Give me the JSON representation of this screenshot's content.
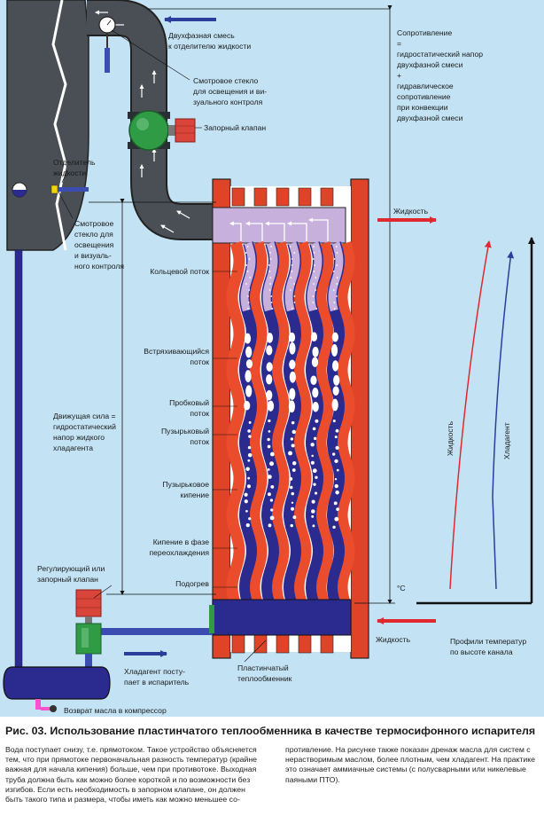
{
  "labels": {
    "two_phase": [
      "Двухфазная смесь",
      "к отделителю жидкости"
    ],
    "sight_glass_top": [
      "Смотровое стекло",
      "для освещения и ви-",
      "зуального контроля"
    ],
    "shutoff_valve": "Запорный клапан",
    "liquid_separator": [
      "Отделитель",
      "жидкости"
    ],
    "sight_glass_side": [
      "Смотровое",
      "стекло для",
      "освещения",
      "и визуаль-",
      "ного контроля"
    ],
    "resistance": [
      "Сопротивление",
      "=",
      "гидростатический напор",
      "двухфазной смеси",
      "+",
      "гидравлическое",
      "сопротивление",
      "при конвекции",
      "двухфазной смеси"
    ],
    "liquid_top": "Жидкость",
    "annular_flow": "Кольцевой поток",
    "churn_flow": [
      "Встряхивающийся",
      "поток"
    ],
    "slug_flow": [
      "Пробковый",
      "поток"
    ],
    "bubble_flow": [
      "Пузырьковый",
      "поток"
    ],
    "bubble_boiling": [
      "Пузырьковое",
      "кипение"
    ],
    "subcooled_boiling": [
      "Кипение в фазе",
      "переохлаждения"
    ],
    "preheat": "Подогрев",
    "driving_force": [
      "Движущая сила =",
      "гидростатический",
      "напор жидкого",
      "хладагента"
    ],
    "reg_valve": [
      "Регулирующий или",
      "запорный клапан"
    ],
    "refrigerant_in": [
      "Хладагент посту-",
      "пает в испаритель"
    ],
    "plate_hx": [
      "Пластинчатый",
      "теплообменник"
    ],
    "liquid_bottom": "Жидкость",
    "temp_profiles": [
      "Профили температур",
      "по высоте канала"
    ],
    "celsius": "°C",
    "axis_liquid": "Жидкость",
    "axis_refrigerant": "Хладагент",
    "oil_return": "Возврат масла в компрессор"
  },
  "caption": "Рис. 03. Использование пластинчатого теплообменника в качестве термосифонного испарителя",
  "body_text": {
    "left_column": "Вода поступает снизу, т.е. прямотоком. Такое устройство объясняется тем, что при прямотоке первоначальная разность температур (крайне важная для начала кипения) больше, чем при противотоке. Выходная труба должна быть как можно более короткой и по возможности без изгибов. Если есть необходимость в запорном клапане, он должен быть такого типа и размера, чтобы иметь как можно меньшее со-",
    "right_column": "противление. На рисунке также показан дренаж масла для систем с нерастворимым маслом, более плотным, чем хладагент. На практике это означает аммиачные системы (с полусварными или никелевые паяными ПТО)."
  },
  "colors": {
    "background": "#c3e3f4",
    "pipe": "#4a4f55",
    "refrigerant": "#2b2a8f",
    "water": "#ea4c2c",
    "vapor": "#c7b0dc",
    "valve_green": "#2f9c45",
    "valve_red": "#d9453b",
    "arrow_blue": "#2d3d9c",
    "arrow_red": "#e0282e"
  },
  "icons": {
    "flow_arrows": "arrow-icon",
    "sight_glass": "sight-glass-icon",
    "pressure_gauge": "gauge-icon",
    "valves": "valve-icon"
  }
}
